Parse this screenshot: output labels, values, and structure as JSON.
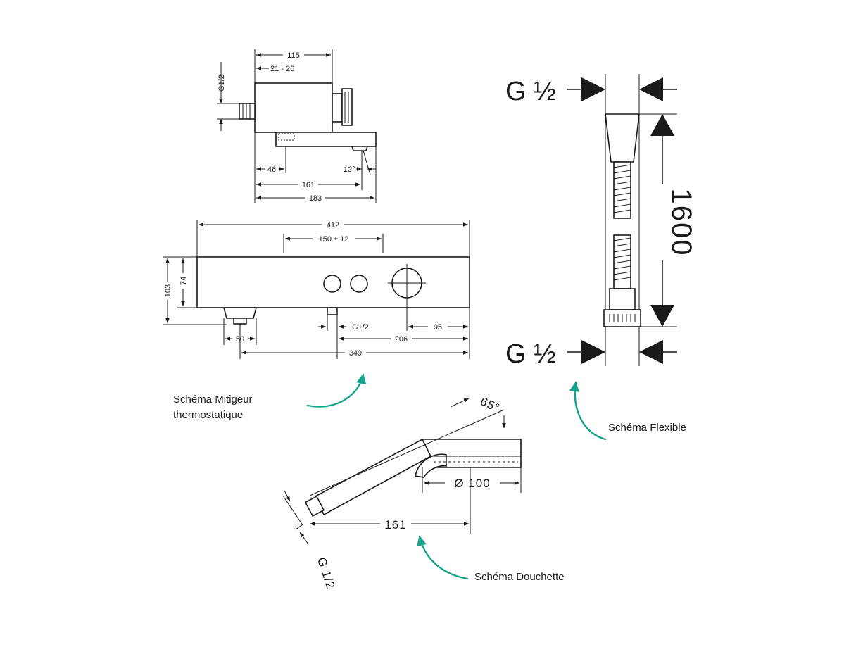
{
  "mixer": {
    "side_dims": {
      "d115": "115",
      "d21_26": "21 - 26",
      "g12": "G1/2",
      "d46": "46",
      "angle": "12°",
      "d161": "161",
      "d183": "183"
    },
    "front_dims": {
      "d412": "412",
      "d150": "150 ± 12",
      "d103": "103",
      "d74": "74",
      "g12": "G1/2",
      "d95": "95",
      "d50": "50",
      "d206": "206",
      "d349": "349"
    },
    "caption_line1": "Schéma Mitigeur",
    "caption_line2": "thermostatique"
  },
  "hose": {
    "top_label": "G ½",
    "bottom_label": "G ½",
    "length": "1600",
    "caption": "Schéma Flexible"
  },
  "handshower": {
    "angle": "65°",
    "diameter": "Ø 100",
    "length": "161",
    "thread": "G 1/2",
    "caption": "Schéma Douchette"
  },
  "colors": {
    "accent": "#14a38a",
    "line": "#1a1a1a"
  }
}
